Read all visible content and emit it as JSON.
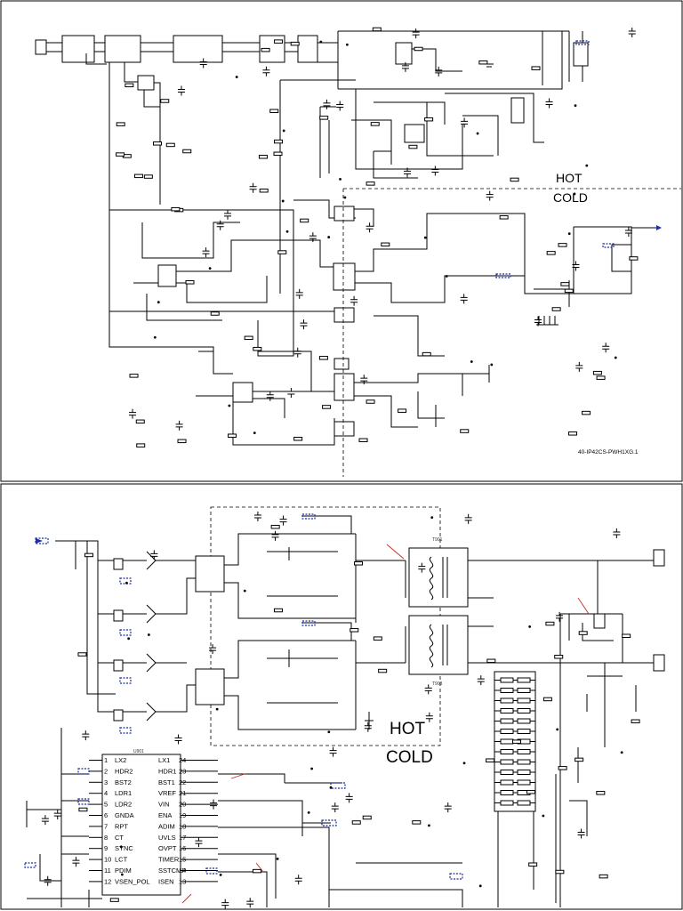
{
  "top_sheet": {
    "hot_label": "HOT",
    "cold_label": "COLD",
    "part_number": "40-IP42CS-PWH1XG.1"
  },
  "bottom_sheet": {
    "hot_label": "HOT",
    "cold_label": "COLD",
    "ic": {
      "ref": "U901",
      "left_pins": [
        {
          "num": "1",
          "name": "LX2"
        },
        {
          "num": "2",
          "name": "HDR2"
        },
        {
          "num": "3",
          "name": "BST2"
        },
        {
          "num": "4",
          "name": "LDR1"
        },
        {
          "num": "5",
          "name": "LDR2"
        },
        {
          "num": "6",
          "name": "GNDA"
        },
        {
          "num": "7",
          "name": "RPT"
        },
        {
          "num": "8",
          "name": "CT"
        },
        {
          "num": "9",
          "name": "SYNC"
        },
        {
          "num": "10",
          "name": "LCT"
        },
        {
          "num": "11",
          "name": "PDIM"
        },
        {
          "num": "12",
          "name": "VSEN_POL"
        }
      ],
      "right_pins": [
        {
          "num": "24",
          "name": "LX1"
        },
        {
          "num": "23",
          "name": "HDR1"
        },
        {
          "num": "22",
          "name": "BST1"
        },
        {
          "num": "21",
          "name": "VREF"
        },
        {
          "num": "20",
          "name": "VIN"
        },
        {
          "num": "19",
          "name": "ENA"
        },
        {
          "num": "18",
          "name": "ADIM"
        },
        {
          "num": "17",
          "name": "UVLS"
        },
        {
          "num": "16",
          "name": "OVPT"
        },
        {
          "num": "15",
          "name": "TIMER"
        },
        {
          "num": "14",
          "name": "SSTCMP"
        },
        {
          "num": "13",
          "name": "ISEN"
        }
      ]
    },
    "transformers": [
      {
        "ref": "T901"
      },
      {
        "ref": "T903"
      }
    ]
  },
  "colors": {
    "wire": "#000000",
    "net_flag": "#1a2fa8",
    "annotation": "#d0282a"
  }
}
